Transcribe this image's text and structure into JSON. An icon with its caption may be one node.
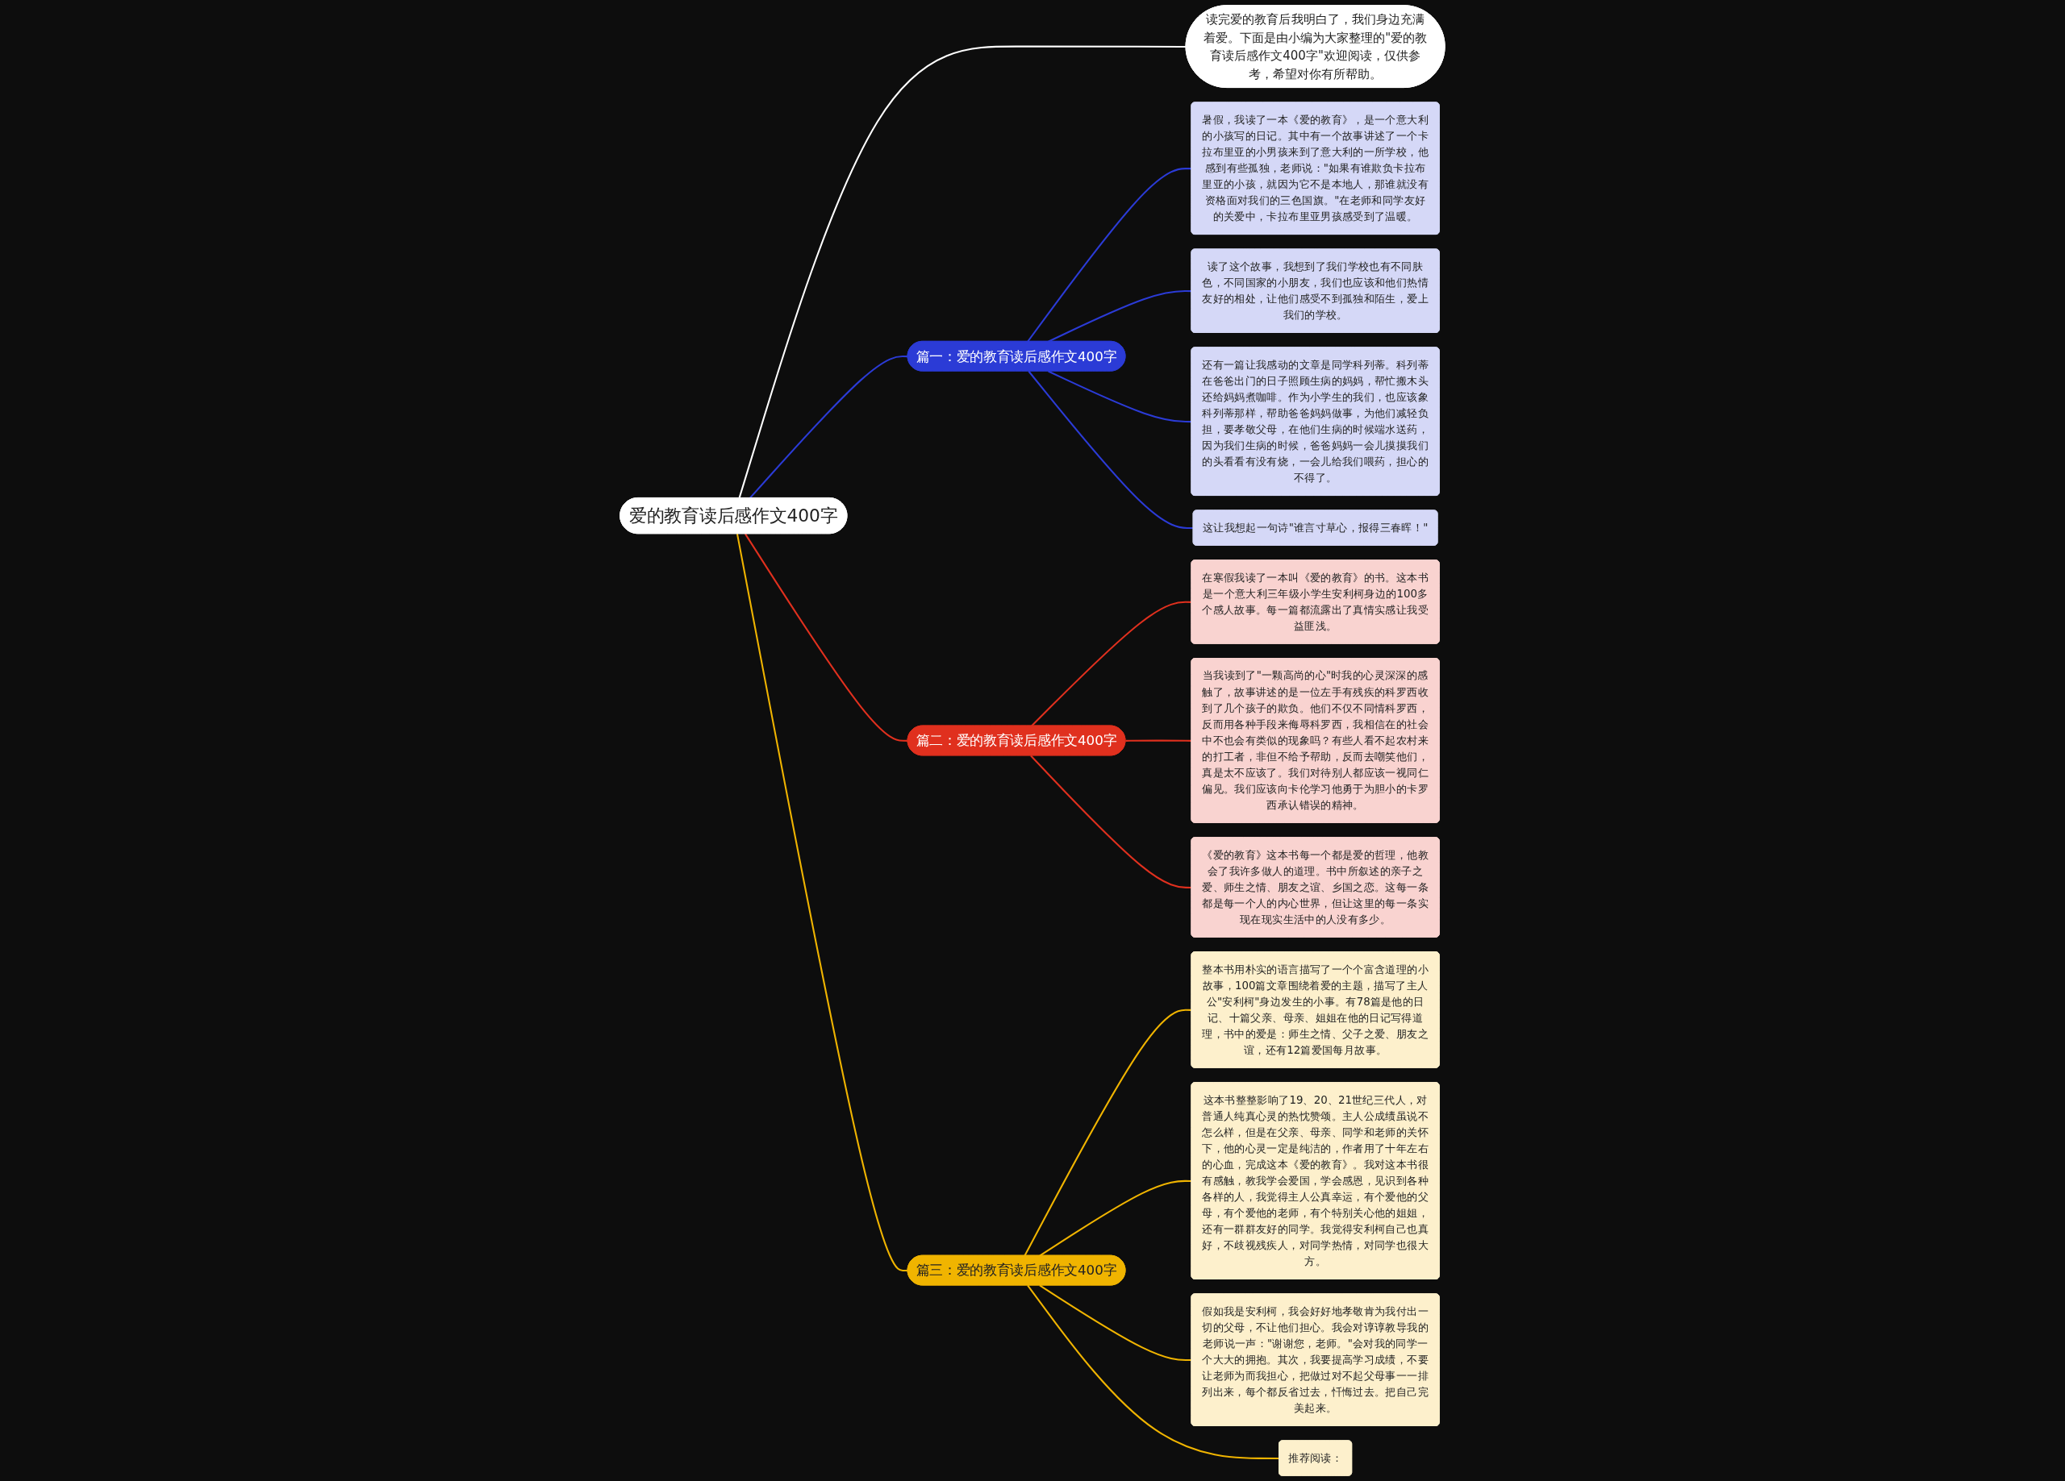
{
  "diagram": {
    "nodes": [
      {
        "text": [
          "爱的教育读后感作文400字"
        ]
      },
      {
        "text": [
          "读完爱的教育后我明白了，我们身边充满着爱。下面是由小编为大家整理的\"爱的教育读后感作文400字\"欢迎阅读，仅供参考，希望对你有所帮助。"
        ]
      },
      {
        "text": [
          "篇一：爱的教育读后感作文400字"
        ]
      },
      {
        "text": [
          "暑假，我读了一本《爱的教育》，是一个意大利的小孩写的日记。其中有一个故事讲述了一个卡拉布里亚的小男孩来到了意大利的一所学校，他感到有些孤独，老师说：\"如果有谁欺负卡拉布里亚的小孩，就因为它不是本地人，那谁就没有资格面对我们的三色国旗。\"在老师和同学友好的关爱中，卡拉布里亚男孩感受到了温暖。"
        ]
      },
      {
        "text": [
          "读了这个故事，我想到了我们学校也有不同肤色，不同国家的小朋友，我们也应该和他们热情友好的相处，让他们感受不到孤独和陌生，爱上我们的学校。"
        ]
      },
      {
        "text": [
          "还有一篇让我感动的文章是同学科列蒂。科列蒂在爸爸出门的日子照顾生病的妈妈，帮忙搬木头还给妈妈煮咖啡。作为小学生的我们，也应该象科列蒂那样，帮助爸爸妈妈做事，为他们减轻负担，要孝敬父母，在他们生病的时候端水送药，因为我们生病的时候，爸爸妈妈一会儿摸摸我们的头看看有没有烧，一会儿给我们喂药，担心的不得了。"
        ]
      },
      {
        "text": [
          "这让我想起一句诗\"谁言寸草心，报得三春晖！\""
        ]
      },
      {
        "text": [
          "篇二：爱的教育读后感作文400字"
        ]
      },
      {
        "text": [
          "在寒假我读了一本叫《爱的教育》的书。这本书是一个意大利三年级小学生安利柯身边的100多个感人故事。每一篇都流露出了真情实感让我受益匪浅。"
        ]
      },
      {
        "text": [
          "当我读到了\"一颗高尚的心\"时我的心灵深深的感触了，故事讲述的是一位左手有残疾的科罗西收到了几个孩子的欺负。他们不仅不同情科罗西，反而用各种手段来侮辱科罗西，我相信在的社会中不也会有类似的现象吗？有些人看不起农村来的打工者，非但不给予帮助，反而去嘲笑他们，真是太不应该了。我们对待别人都应该一视同仁偏见。我们应该向卡伦学习他勇于为胆小的卡罗西承认错误的精神。"
        ]
      },
      {
        "text": [
          "《爱的教育》这本书每一个都是爱的哲理，他教会了我许多做人的道理。书中所叙述的亲子之爱、师生之情、朋友之谊、乡国之恋。这每一条都是每一个人的内心世界，但让这里的每一条实现在现实生活中的人没有多少。"
        ]
      },
      {
        "text": [
          "篇三：爱的教育读后感作文400字"
        ]
      },
      {
        "text": [
          "整本书用朴实的语言描写了一个个富含道理的小故事，100篇文章围绕着爱的主题，描写了主人公\"安利柯\"身边发生的小事。有78篇是他的日记、十篇父亲、母亲、姐姐在他的日记写得道理，书中的爱是：师生之情、父子之爱、朋友之谊，还有12篇爱国每月故事。"
        ]
      },
      {
        "text": [
          "这本书整整影响了19、20、21世纪三代人，对普通人纯真心灵的热忱赞颂。主人公成绩虽说不怎么样，但是在父亲、母亲、同学和老师的关怀下，他的心灵一定是纯洁的，作者用了十年左右的心血，完成这本《爱的教育》。我对这本书很有感触，教我学会爱国，学会感恩，见识到各种各样的人，我觉得主人公真幸运，有个爱他的父母，有个爱他的老师，有个特别关心他的姐姐，还有一群群友好的同学。我觉得安利柯自己也真好，不歧视残疾人，对同学热情，对同学也很大方。"
        ]
      },
      {
        "text": [
          "假如我是安利柯，我会好好地孝敬肯为我付出一切的父母，不让他们担心。我会对谆谆教导我的老师说一声：\"谢谢您，老师。\"会对我的同学一个大大的拥抱。其次，我要提高学习成绩，不要让老师为而我担心，把做过对不起父母事一一排列出来，每个都反省过去，忏悔过去。把自己完美起来。"
        ]
      },
      {
        "text": [
          "推荐阅读："
        ]
      }
    ],
    "edges": [
      {
        "from": 0,
        "to": 1,
        "arrow": "none",
        "color": "#ffffff"
      },
      {
        "from": 0,
        "to": 2,
        "arrow": "none",
        "color": "#2b3bd6"
      },
      {
        "from": 2,
        "to": 3,
        "arrow": "none",
        "color": "#2b3bd6"
      },
      {
        "from": 2,
        "to": 4,
        "arrow": "none",
        "color": "#2b3bd6"
      },
      {
        "from": 2,
        "to": 5,
        "arrow": "none",
        "color": "#2b3bd6"
      },
      {
        "from": 2,
        "to": 6,
        "arrow": "none",
        "color": "#2b3bd6"
      },
      {
        "from": 0,
        "to": 7,
        "arrow": "none",
        "color": "#e0301e"
      },
      {
        "from": 7,
        "to": 8,
        "arrow": "none",
        "color": "#e0301e"
      },
      {
        "from": 7,
        "to": 9,
        "arrow": "none",
        "color": "#e0301e"
      },
      {
        "from": 7,
        "to": 10,
        "arrow": "none",
        "color": "#e0301e"
      },
      {
        "from": 0,
        "to": 11,
        "arrow": "none",
        "color": "#f0b400"
      },
      {
        "from": 11,
        "to": 12,
        "arrow": "none",
        "color": "#f0b400"
      },
      {
        "from": 11,
        "to": 13,
        "arrow": "none",
        "color": "#f0b400"
      },
      {
        "from": 11,
        "to": 14,
        "arrow": "none",
        "color": "#f0b400"
      },
      {
        "from": 11,
        "to": 15,
        "arrow": "none",
        "color": "#f0b400"
      }
    ]
  }
}
